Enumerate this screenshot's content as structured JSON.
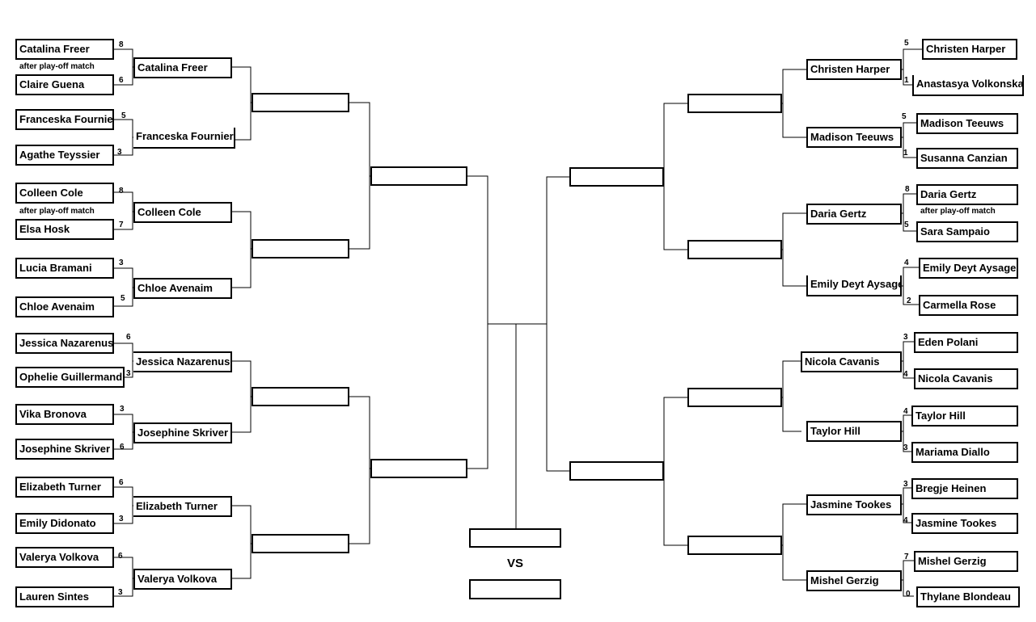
{
  "left": {
    "round1": [
      {
        "name": "Catalina Freer",
        "score": "8"
      },
      {
        "name": "Claire Guena",
        "score": "6"
      },
      {
        "name": "Franceska Fournier",
        "score": "5"
      },
      {
        "name": "Agathe Teyssier",
        "score": "3"
      },
      {
        "name": "Colleen Cole",
        "score": "8"
      },
      {
        "name": "Elsa Hosk",
        "score": "7"
      },
      {
        "name": "Lucia Bramani",
        "score": "3"
      },
      {
        "name": "Chloe Avenaim",
        "score": "5"
      },
      {
        "name": "Jessica Nazarenus",
        "score": "6"
      },
      {
        "name": "Ophelie Guillermand",
        "score": "3"
      },
      {
        "name": "Vika Bronova",
        "score": "3"
      },
      {
        "name": "Josephine Skriver",
        "score": "6"
      },
      {
        "name": "Elizabeth Turner",
        "score": "6"
      },
      {
        "name": "Emily Didonato",
        "score": "3"
      },
      {
        "name": "Valerya Volkova",
        "score": "6"
      },
      {
        "name": "Lauren Sintes",
        "score": "3"
      }
    ],
    "round2": [
      "Catalina Freer",
      "Franceska Fournier",
      "Colleen Cole",
      "Chloe Avenaim",
      "Jessica Nazarenus",
      "Josephine Skriver",
      "Elizabeth Turner",
      "Valerya Volkova"
    ],
    "round3": [
      "",
      "",
      "",
      ""
    ],
    "round4": [
      "",
      ""
    ]
  },
  "right": {
    "round1": [
      {
        "name": "Christen Harper",
        "score": "5"
      },
      {
        "name": "Anastasya Volkonskaya",
        "score": "1"
      },
      {
        "name": "Madison Teeuws",
        "score": "5"
      },
      {
        "name": "Susanna Canzian",
        "score": "1"
      },
      {
        "name": "Daria Gertz",
        "score": "8"
      },
      {
        "name": "Sara Sampaio",
        "score": "5"
      },
      {
        "name": "Emily Deyt Aysage",
        "score": "4"
      },
      {
        "name": "Carmella Rose",
        "score": "2"
      },
      {
        "name": "Eden Polani",
        "score": "3"
      },
      {
        "name": "Nicola Cavanis",
        "score": "4"
      },
      {
        "name": "Taylor Hill",
        "score": "4"
      },
      {
        "name": "Mariama Diallo",
        "score": "3"
      },
      {
        "name": "Bregje Heinen",
        "score": "3"
      },
      {
        "name": "Jasmine Tookes",
        "score": "4"
      },
      {
        "name": "Mishel Gerzig",
        "score": "7"
      },
      {
        "name": "Thylane Blondeau",
        "score": "0"
      }
    ],
    "round2": [
      "Christen Harper",
      "Madison Teeuws",
      "Daria Gertz",
      "Emily Deyt Aysage",
      "Nicola Cavanis",
      "Taylor Hill",
      "Jasmine Tookes",
      "Mishel Gerzig"
    ],
    "round3": [
      "",
      "",
      "",
      ""
    ],
    "round4": [
      "",
      ""
    ]
  },
  "final": {
    "top": "",
    "bottom": "",
    "vs_label": "VS"
  },
  "notes": {
    "playoff_1": "after play-off match",
    "playoff_2": "after play-off match",
    "playoff_3": "after play-off match"
  }
}
